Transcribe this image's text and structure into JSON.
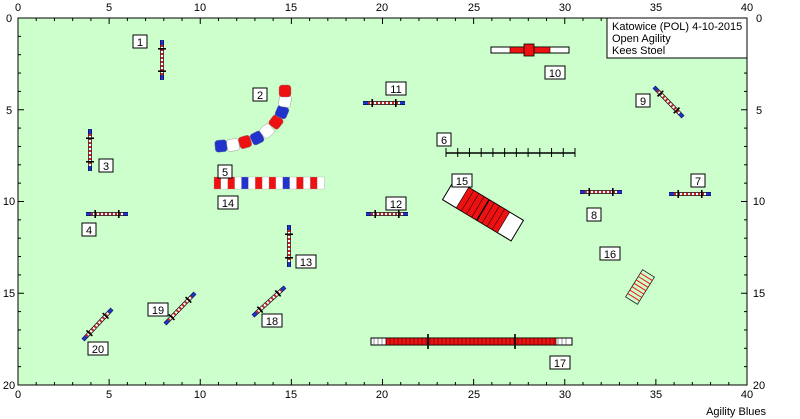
{
  "info": {
    "lines": [
      "Katowice (POL) 4-10-2015",
      "Open Agility",
      "Kees Stoel"
    ]
  },
  "credit": "Agility Blues",
  "axes": {
    "x_ticks": [
      "0",
      "5",
      "10",
      "15",
      "20",
      "25",
      "30",
      "35",
      "40"
    ],
    "y_ticks": [
      "0",
      "5",
      "10",
      "15",
      "20"
    ]
  },
  "colors": {
    "field": "#ccffcc",
    "red": "#ee1111",
    "blue": "#2233cc",
    "pole": "#cc2222"
  },
  "obstacles": [
    {
      "number": "1",
      "type": "jump"
    },
    {
      "number": "2",
      "type": "tunnel"
    },
    {
      "number": "3",
      "type": "jump"
    },
    {
      "number": "4",
      "type": "jump"
    },
    {
      "number": "5",
      "type": "tunnel"
    },
    {
      "number": "6",
      "type": "weave-poles"
    },
    {
      "number": "7",
      "type": "jump"
    },
    {
      "number": "8",
      "type": "jump"
    },
    {
      "number": "9",
      "type": "jump"
    },
    {
      "number": "10",
      "type": "seesaw"
    },
    {
      "number": "11",
      "type": "jump"
    },
    {
      "number": "12",
      "type": "jump"
    },
    {
      "number": "13",
      "type": "jump"
    },
    {
      "number": "14",
      "type": "tunnel"
    },
    {
      "number": "15",
      "type": "a-frame"
    },
    {
      "number": "16",
      "type": "tire"
    },
    {
      "number": "17",
      "type": "dog-walk"
    },
    {
      "number": "18",
      "type": "jump"
    },
    {
      "number": "19",
      "type": "jump"
    },
    {
      "number": "20",
      "type": "jump"
    }
  ]
}
